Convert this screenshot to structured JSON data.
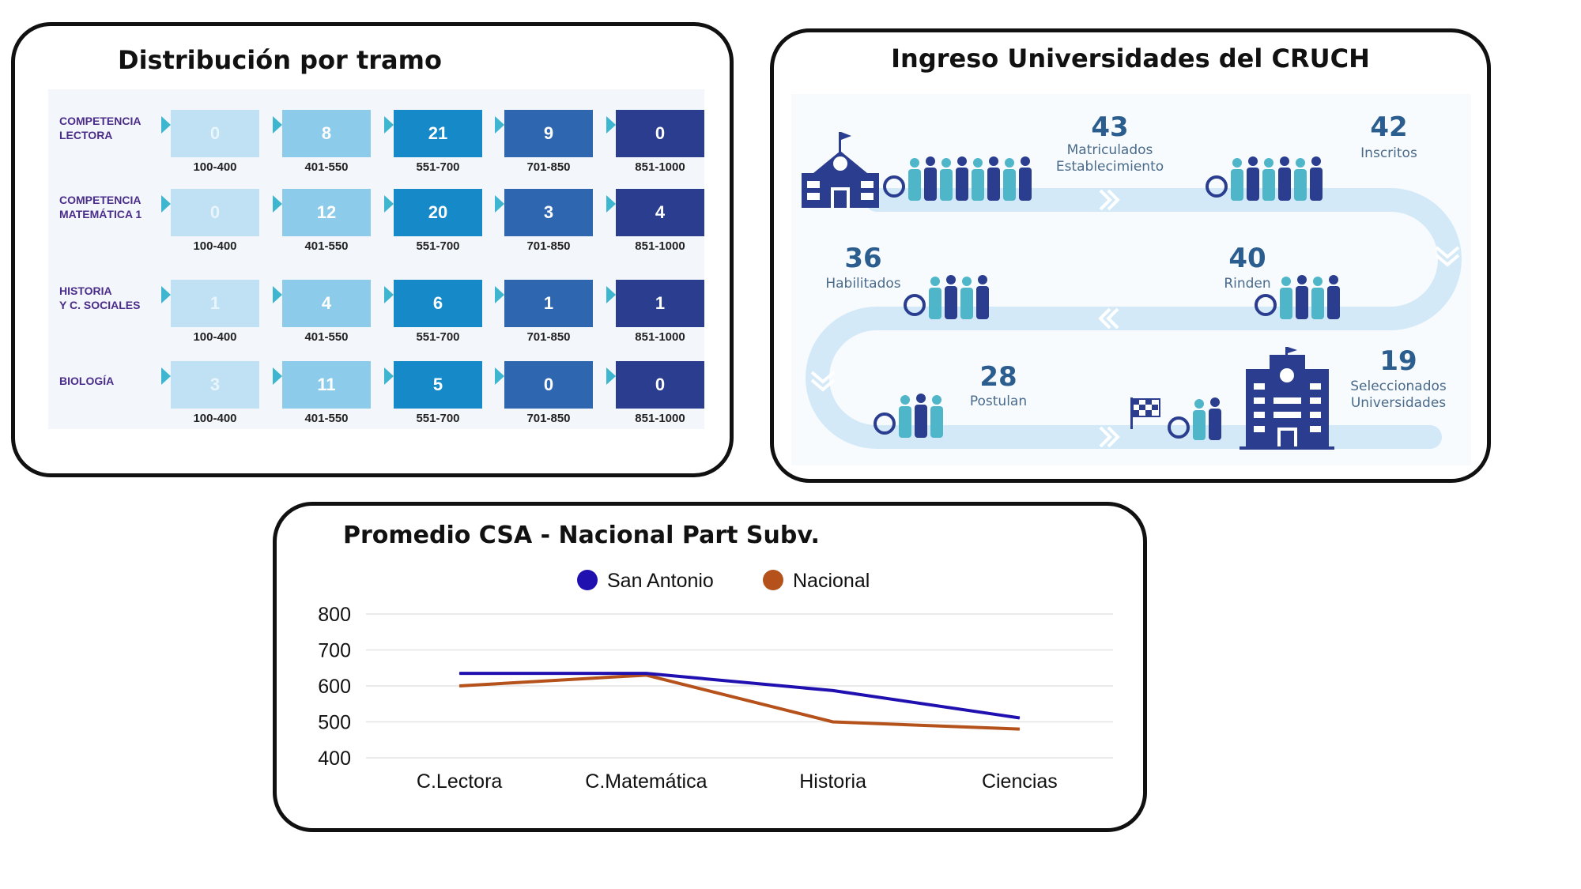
{
  "tramos": {
    "title": "Distribución por tramo",
    "ranges": [
      "100-400",
      "401-550",
      "551-700",
      "701-850",
      "851-1000"
    ],
    "colors": [
      "#bfe1f3",
      "#8ccbea",
      "#1689c9",
      "#2f66b0",
      "#2b3d8f"
    ],
    "rows": [
      {
        "label": "COMPETENCIA\nLECTORA",
        "values": [
          0,
          8,
          21,
          9,
          0
        ]
      },
      {
        "label": "COMPETENCIA\nMATEMÁTICA 1",
        "values": [
          0,
          12,
          20,
          3,
          4
        ]
      },
      {
        "label": "HISTORIA\nY C. SOCIALES",
        "values": [
          1,
          4,
          6,
          1,
          1
        ]
      },
      {
        "label": "BIOLOGÍA",
        "values": [
          3,
          11,
          5,
          0,
          0
        ]
      }
    ]
  },
  "cruch": {
    "title": "Ingreso Universidades del CRUCH",
    "stats": {
      "matriculados": {
        "value": "43",
        "label1": "Matriculados",
        "label2": "Establecimiento"
      },
      "inscritos": {
        "value": "42",
        "label1": "Inscritos"
      },
      "habilitados": {
        "value": "36",
        "label1": "Habilitados"
      },
      "rinden": {
        "value": "40",
        "label1": "Rinden"
      },
      "postulan": {
        "value": "28",
        "label1": "Postulan"
      },
      "seleccionados": {
        "value": "19",
        "label1": "Seleccionados",
        "label2": "Universidades"
      }
    },
    "colors": {
      "path": "#d3e9f8",
      "number": "#2c5d8f",
      "text": "#4a6a8a",
      "icon": "#2b3d8f",
      "person_teal": "#4fb6c9"
    }
  },
  "chart_data": {
    "type": "line",
    "title": "Promedio CSA - Nacional Part Subv.",
    "categories": [
      "C.Lectora",
      "C.Matemática",
      "Historia",
      "Ciencias"
    ],
    "series": [
      {
        "name": "San Antonio",
        "values": [
          635,
          635,
          587,
          511
        ],
        "color": "#2010b0"
      },
      {
        "name": "Nacional",
        "values": [
          600,
          630,
          500,
          480
        ],
        "color": "#b5521b"
      }
    ],
    "ylim": [
      400,
      800
    ],
    "yticks": [
      400,
      500,
      600,
      700,
      800
    ],
    "grid": true,
    "legend": "top"
  }
}
